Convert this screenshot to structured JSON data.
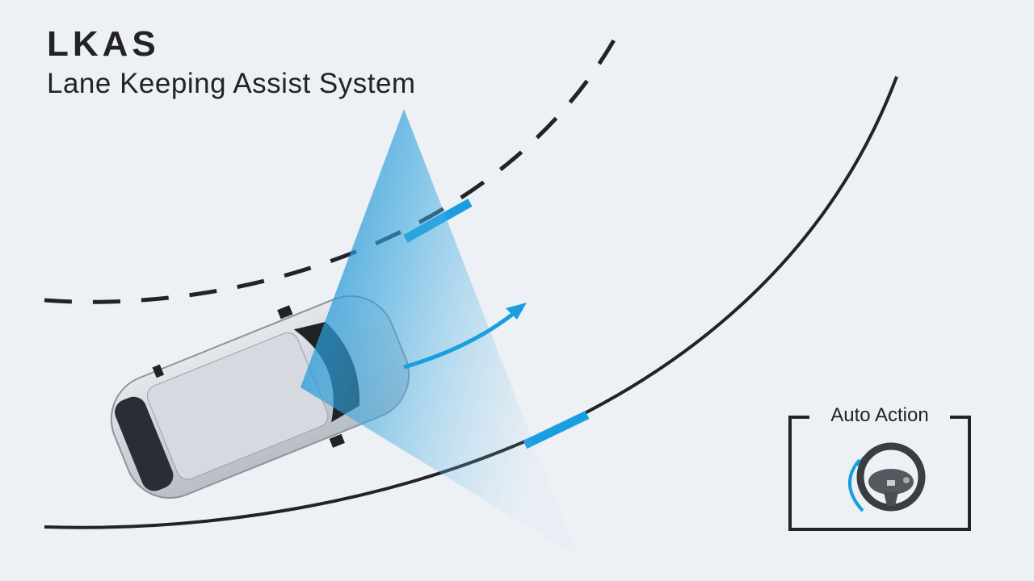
{
  "header": {
    "title": "LKAS",
    "subtitle": "Lane Keeping Assist System"
  },
  "auto_action": {
    "label": "Auto Action",
    "icon": "steering-wheel-icon"
  },
  "colors": {
    "background": "#edf0f4",
    "accent": "#1a9ee0",
    "line": "#232327"
  }
}
